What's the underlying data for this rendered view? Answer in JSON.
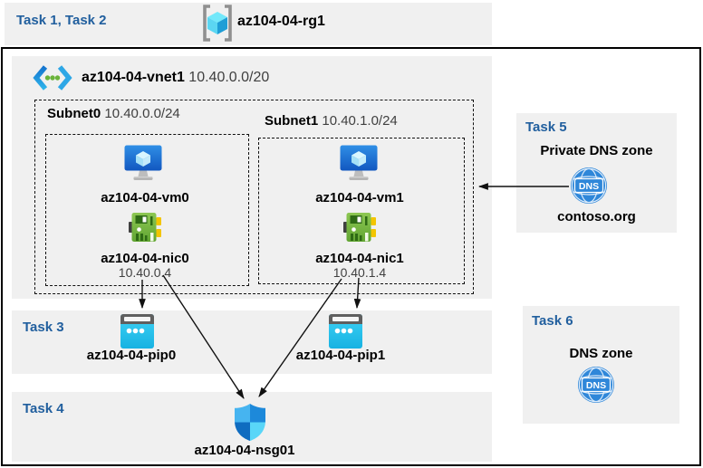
{
  "colors": {
    "task_label": "#215f9e",
    "panel_bg": "#f0f0f0",
    "muted_text": "#3f3f3f",
    "arrow": "#111111",
    "dns_icon_blue": "#2f87d9",
    "nsg_dark_blue": "#0f6cc0",
    "nsg_light_blue": "#59d6f8"
  },
  "header": {
    "tasks_label": "Task 1, Task 2",
    "resource_group_name": "az104-04-rg1"
  },
  "vnet": {
    "name": "az104-04-vnet1",
    "cidr": "10.40.0.0/20",
    "subnets": [
      {
        "name": "Subnet0",
        "cidr": "10.40.0.0/24",
        "vm_name": "az104-04-vm0",
        "nic_name": "az104-04-nic0",
        "nic_ip": "10.40.0.4"
      },
      {
        "name": "Subnet1",
        "cidr": "10.40.1.0/24",
        "vm_name": "az104-04-vm1",
        "nic_name": "az104-04-nic1",
        "nic_ip": "10.40.1.4"
      }
    ]
  },
  "task3": {
    "label": "Task 3",
    "pip0_name": "az104-04-pip0",
    "pip1_name": "az104-04-pip1"
  },
  "task4": {
    "label": "Task 4",
    "nsg_name": "az104-04-nsg01"
  },
  "task5": {
    "label": "Task 5",
    "title": "Private DNS zone",
    "zone_name": "contoso.org",
    "dns_badge": "DNS"
  },
  "task6": {
    "label": "Task 6",
    "title": "DNS zone",
    "dns_badge": "DNS"
  }
}
